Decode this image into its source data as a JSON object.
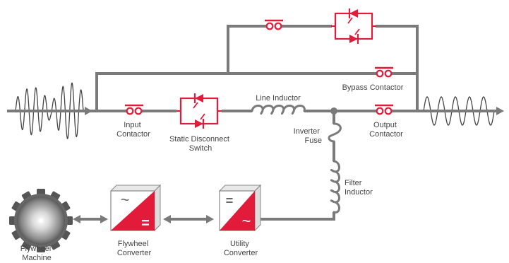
{
  "labels": {
    "input_contactor": [
      "Input",
      "Contactor"
    ],
    "static_switch": [
      "Static Disconnect",
      "Switch"
    ],
    "line_inductor": [
      "Line Inductor"
    ],
    "bypass_contactor": [
      "Bypass Contactor"
    ],
    "output_contactor": [
      "Output",
      "Contactor"
    ],
    "inverter_fuse": [
      "Inverter",
      "Fuse"
    ],
    "filter_inductor": [
      "Filter",
      "Inductor"
    ],
    "flywheel_machine": [
      "Flywheel",
      "Machine"
    ],
    "flywheel_converter": [
      "Flywheel",
      "Converter"
    ],
    "utility_converter": [
      "Utility",
      "Converter"
    ]
  },
  "symbols": {
    "ac": "~",
    "dc": "="
  },
  "colors": {
    "wire": "#7a7a7a",
    "accent": "#e31b3a",
    "text": "#444444",
    "flywheel_dark": "#555555",
    "flywheel_light": "#f2f2f2"
  }
}
